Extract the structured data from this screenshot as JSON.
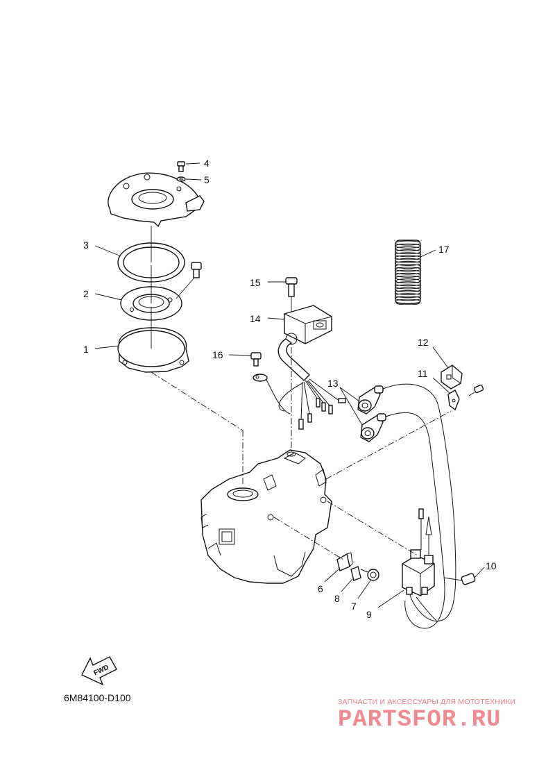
{
  "diagram": {
    "callouts": [
      {
        "id": "c1",
        "label": "1"
      },
      {
        "id": "c2",
        "label": "2"
      },
      {
        "id": "c3",
        "label": "3"
      },
      {
        "id": "c4",
        "label": "4"
      },
      {
        "id": "c5",
        "label": "5"
      },
      {
        "id": "c6",
        "label": "6"
      },
      {
        "id": "c7",
        "label": "7"
      },
      {
        "id": "c8",
        "label": "8"
      },
      {
        "id": "c9",
        "label": "9"
      },
      {
        "id": "c10",
        "label": "10"
      },
      {
        "id": "c11",
        "label": "11"
      },
      {
        "id": "c12",
        "label": "12"
      },
      {
        "id": "c13",
        "label": "13"
      },
      {
        "id": "c14",
        "label": "14"
      },
      {
        "id": "c15",
        "label": "15"
      },
      {
        "id": "c16",
        "label": "16"
      },
      {
        "id": "c17",
        "label": "17"
      }
    ],
    "fwd_label": "FWD",
    "drawing_code": "6M84100-D100"
  },
  "watermark": {
    "tagline": "ЗАПЧАСТИ И АКСЕССУАРЫ ДЛЯ МОТОТЕХНИКИ",
    "brand": "PARTSFOR.RU",
    "color": "#ee8a90"
  }
}
